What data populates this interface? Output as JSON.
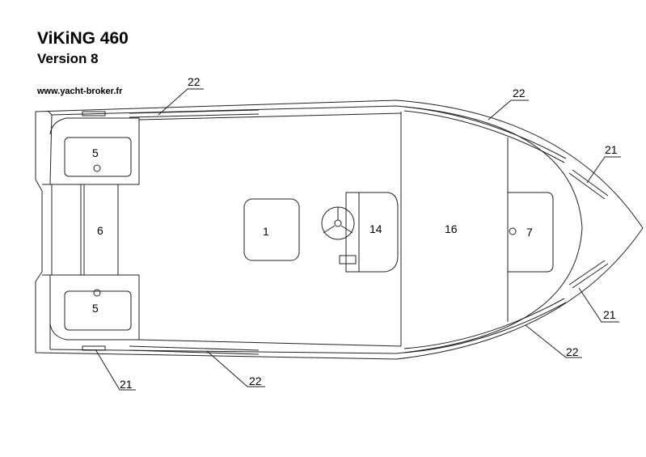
{
  "header": {
    "title": "ViKiNG 460",
    "subtitle": "Version 8",
    "website": "www.yacht-broker.fr"
  },
  "labels": {
    "bench_top_left": "5",
    "bench_bottom_left": "5",
    "transom_seat": "6",
    "deck_hatch": "1",
    "console": "14",
    "seat_area": "16",
    "bow_locker": "7"
  },
  "callouts": {
    "c1": "22",
    "c2": "22",
    "c3": "21",
    "c4": "21",
    "c5": "22",
    "c6": "22",
    "c7": "21"
  },
  "colors": {
    "line": "#222222",
    "background": "#ffffff"
  }
}
